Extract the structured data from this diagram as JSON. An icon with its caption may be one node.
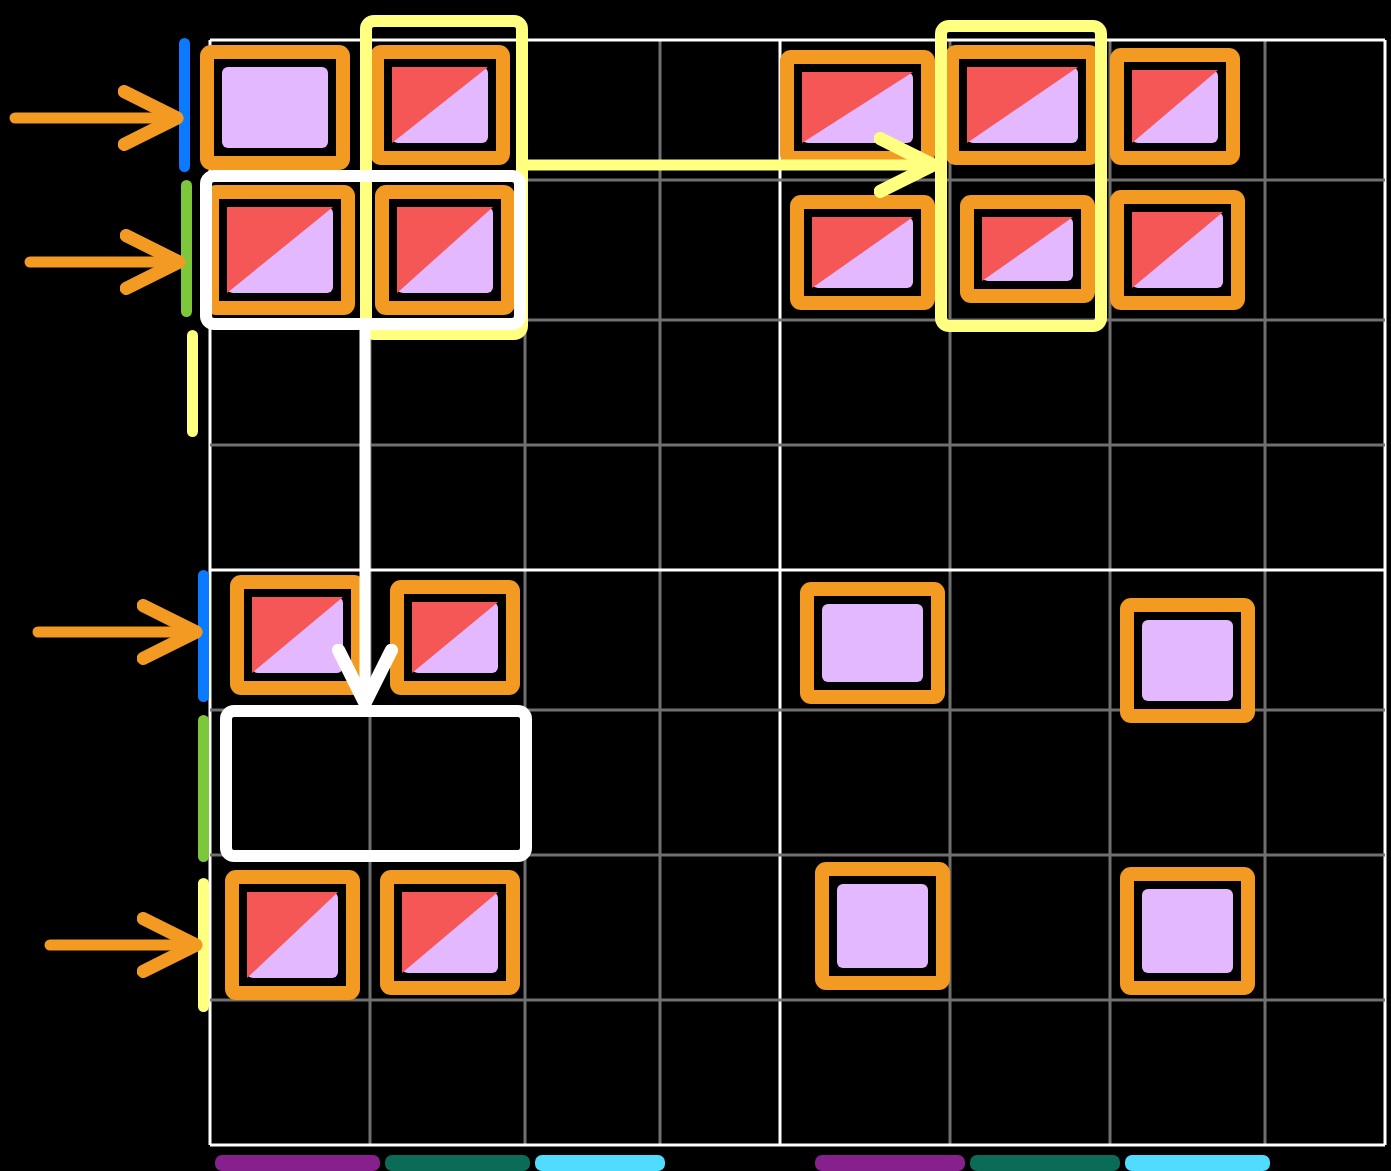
{
  "diagram": {
    "nodes": [
      {
        "text": [],
        "shape": "box"
      },
      {
        "text": [],
        "shape": "box"
      },
      {
        "text": [],
        "shape": "box"
      },
      {
        "text": [],
        "shape": "box"
      },
      {
        "text": [],
        "shape": "bar"
      },
      {
        "text": [],
        "shape": "bar"
      },
      {
        "text": [],
        "shape": "bar"
      },
      {
        "text": [],
        "shape": "bar"
      },
      {
        "text": [],
        "shape": "bar"
      },
      {
        "text": [],
        "shape": "bar"
      }
    ],
    "edges": [
      {
        "from": 0,
        "to": 2,
        "arrow": "to",
        "color": "#ffff80"
      },
      {
        "from": 1,
        "to": 3,
        "arrow": "to",
        "color": "#ffffff"
      },
      {
        "from": null,
        "to": 4,
        "arrow": "to"
      },
      {
        "from": null,
        "to": 5,
        "arrow": "to"
      },
      {
        "from": null,
        "to": 7,
        "arrow": "to"
      },
      {
        "from": null,
        "to": 9,
        "arrow": "to"
      }
    ]
  }
}
